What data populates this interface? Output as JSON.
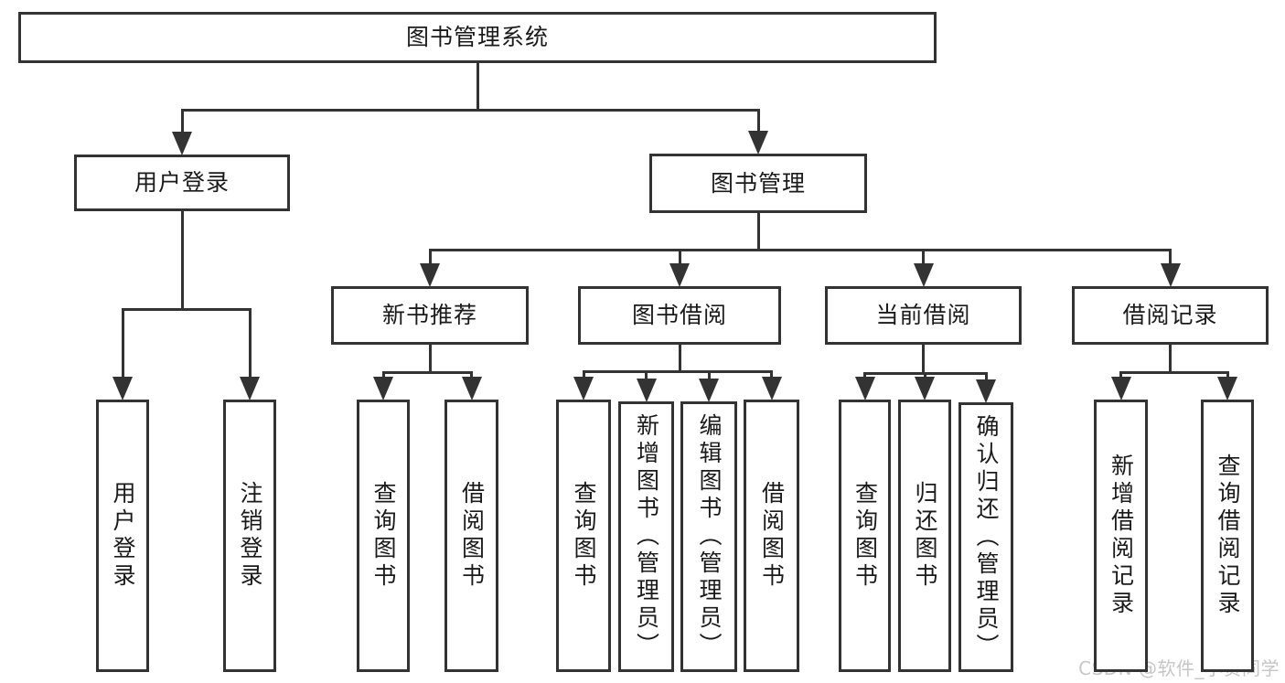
{
  "diagram": {
    "type": "hierarchy-flowchart",
    "nodes": [
      {
        "id": "root",
        "label": "图书管理系统",
        "parent": null,
        "text_direction": "horizontal"
      },
      {
        "id": "user-login",
        "label": "用户登录",
        "parent": "root",
        "text_direction": "horizontal"
      },
      {
        "id": "book-mgmt",
        "label": "图书管理",
        "parent": "root",
        "text_direction": "horizontal"
      },
      {
        "id": "new-book-rec",
        "label": "新书推荐",
        "parent": "book-mgmt",
        "text_direction": "horizontal"
      },
      {
        "id": "book-borrow",
        "label": "图书借阅",
        "parent": "book-mgmt",
        "text_direction": "horizontal"
      },
      {
        "id": "current-borrow",
        "label": "当前借阅",
        "parent": "book-mgmt",
        "text_direction": "horizontal"
      },
      {
        "id": "borrow-records",
        "label": "借阅记录",
        "parent": "book-mgmt",
        "text_direction": "horizontal"
      },
      {
        "id": "user-login-leaf",
        "label": "用户登录",
        "parent": "user-login",
        "text_direction": "vertical"
      },
      {
        "id": "logout-leaf",
        "label": "注销登录",
        "parent": "user-login",
        "text_direction": "vertical"
      },
      {
        "id": "query-books-rec",
        "label": "查询图书",
        "parent": "new-book-rec",
        "text_direction": "vertical"
      },
      {
        "id": "borrow-books-rec",
        "label": "借阅图书",
        "parent": "new-book-rec",
        "text_direction": "vertical"
      },
      {
        "id": "query-books-borrow",
        "label": "查询图书",
        "parent": "book-borrow",
        "text_direction": "vertical"
      },
      {
        "id": "add-books-admin",
        "label": "新增图书（管理员）",
        "parent": "book-borrow",
        "text_direction": "vertical"
      },
      {
        "id": "edit-books-admin",
        "label": "编辑图书（管理员）",
        "parent": "book-borrow",
        "text_direction": "vertical"
      },
      {
        "id": "borrow-books-leaf",
        "label": "借阅图书",
        "parent": "book-borrow",
        "text_direction": "vertical"
      },
      {
        "id": "query-books-current",
        "label": "查询图书",
        "parent": "current-borrow",
        "text_direction": "vertical"
      },
      {
        "id": "return-books",
        "label": "归还图书",
        "parent": "current-borrow",
        "text_direction": "vertical"
      },
      {
        "id": "confirm-return-admin",
        "label": "确认归还（管理员）",
        "parent": "current-borrow",
        "text_direction": "vertical"
      },
      {
        "id": "add-borrow-record",
        "label": "新增借阅记录",
        "parent": "borrow-records",
        "text_direction": "vertical"
      },
      {
        "id": "query-borrow-record",
        "label": "查询借阅记录",
        "parent": "borrow-records",
        "text_direction": "vertical"
      }
    ],
    "watermark": "CSDN @软件_小贺同学",
    "colors": {
      "line": "#333333",
      "box_border": "#333333",
      "box_fill": "#ffffff",
      "text": "#1a1a1a",
      "watermark": "#c6c6c6",
      "background": "#ffffff"
    }
  }
}
